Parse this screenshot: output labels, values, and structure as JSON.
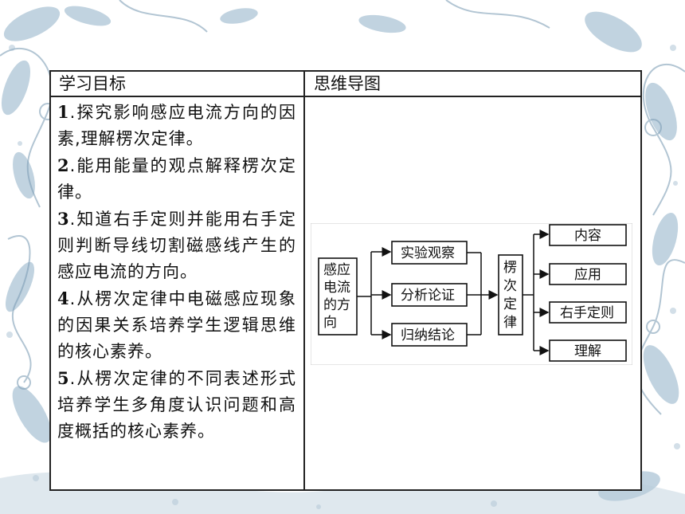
{
  "table": {
    "header_left": "学习目标",
    "header_right": "思维导图"
  },
  "goals": [
    {
      "num": "1",
      "text": ".探究影响感应电流方向的因素,理解楞次定律。"
    },
    {
      "num": "2",
      "text": ".能用能量的观点解释楞次定律。"
    },
    {
      "num": "3",
      "text": ".知道右手定则并能用右手定则判断导线切割磁感线产生的感应电流的方向。"
    },
    {
      "num": "4",
      "text": ".从楞次定律中电磁感应现象的因果关系培养学生逻辑思维的核心素养。"
    },
    {
      "num": "5",
      "text": ".从楞次定律的不同表述形式培养学生多角度认识问题和高度概括的核心素养。"
    }
  ],
  "mindmap": {
    "root_lines": [
      "感应",
      "电流",
      "的方",
      "向"
    ],
    "methods": [
      "实验观察",
      "分析论证",
      "归纳结论"
    ],
    "law_lines": [
      "楞",
      "次",
      "定",
      "律"
    ],
    "aspects": [
      "内容",
      "应用",
      "右手定则",
      "理解"
    ]
  }
}
